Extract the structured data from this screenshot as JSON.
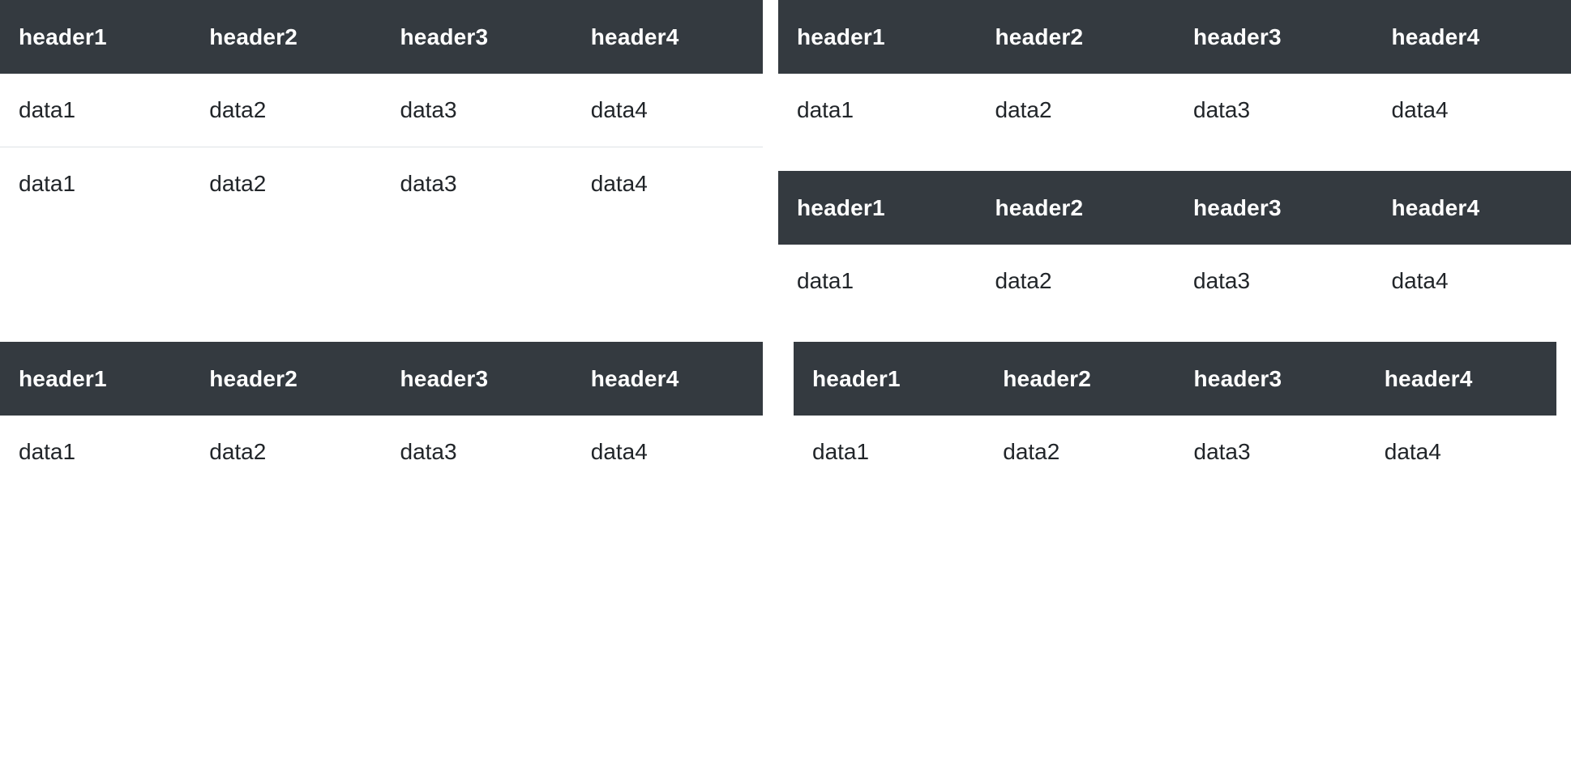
{
  "tables": [
    {
      "headers": [
        "header1",
        "header2",
        "header3",
        "header4"
      ],
      "rows": [
        [
          "data1",
          "data2",
          "data3",
          "data4"
        ],
        [
          "data1",
          "data2",
          "data3",
          "data4"
        ]
      ]
    },
    {
      "headers": [
        "header1",
        "header2",
        "header3",
        "header4"
      ],
      "rows": [
        [
          "data1",
          "data2",
          "data3",
          "data4"
        ]
      ]
    },
    {
      "headers": [
        "header1",
        "header2",
        "header3",
        "header4"
      ],
      "rows": [
        [
          "data1",
          "data2",
          "data3",
          "data4"
        ]
      ]
    },
    {
      "headers": [
        "header1",
        "header2",
        "header3",
        "header4"
      ],
      "rows": [
        [
          "data1",
          "data2",
          "data3",
          "data4"
        ]
      ]
    },
    {
      "headers": [
        "header1",
        "header2",
        "header3",
        "header4"
      ],
      "rows": [
        [
          "data1",
          "data2",
          "data3",
          "data4"
        ]
      ]
    }
  ],
  "colors": {
    "header_bg": "#343a40",
    "header_text": "#ffffff",
    "body_text": "#212529",
    "row_divider": "#dee2e6"
  }
}
